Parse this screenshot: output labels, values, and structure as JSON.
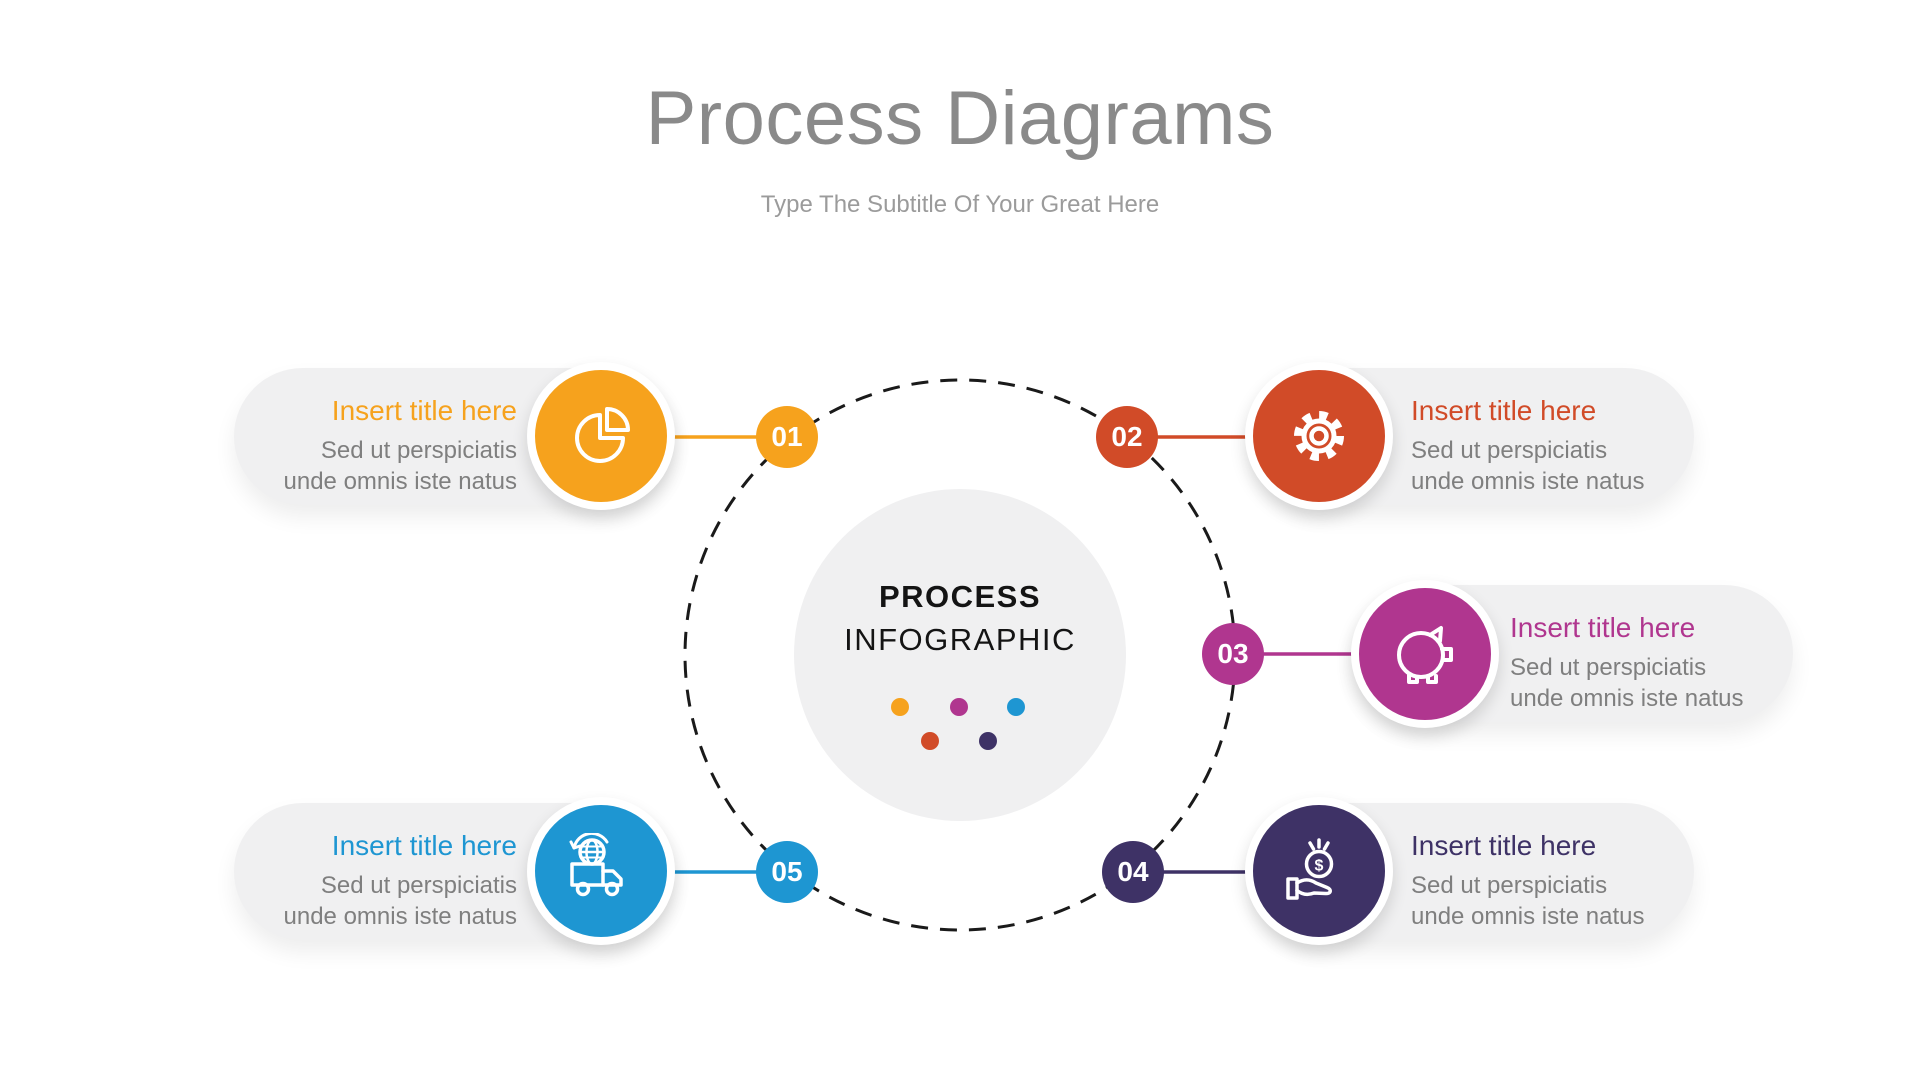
{
  "header": {
    "title": "Process Diagrams",
    "subtitle": "Type The Subtitle Of Your Great Here"
  },
  "center": {
    "title_line1": "PROCESS",
    "title_line2": "INFOGRAPHIC",
    "dots": [
      {
        "name": "orange-dot",
        "color": "#F6A21D"
      },
      {
        "name": "magenta-dot",
        "color": "#B0368F"
      },
      {
        "name": "blue-dot",
        "color": "#1E96D2"
      },
      {
        "name": "red-dot",
        "color": "#D14B28"
      },
      {
        "name": "purple-dot",
        "color": "#3E3266"
      }
    ]
  },
  "steps": [
    {
      "number": "01",
      "title": "Insert title here",
      "body_line1": "Sed ut perspiciatis",
      "body_line2": "unde omnis iste natus",
      "color": "#F6A21D",
      "icon": "pie-chart-icon",
      "side": "left"
    },
    {
      "number": "02",
      "title": "Insert title here",
      "body_line1": "Sed ut perspiciatis",
      "body_line2": "unde omnis iste natus",
      "color": "#D14B28",
      "icon": "gear-icon",
      "side": "right"
    },
    {
      "number": "03",
      "title": "Insert title here",
      "body_line1": "Sed ut perspiciatis",
      "body_line2": "unde omnis iste natus",
      "color": "#B0368F",
      "icon": "piggy-bank-icon",
      "side": "right"
    },
    {
      "number": "04",
      "title": "Insert title here",
      "body_line1": "Sed ut perspiciatis",
      "body_line2": "unde omnis iste natus",
      "color": "#3E3266",
      "icon": "money-hand-icon",
      "coin_glyph": "$",
      "side": "right"
    },
    {
      "number": "05",
      "title": "Insert title here",
      "body_line1": "Sed ut perspiciatis",
      "body_line2": "unde omnis iste natus",
      "color": "#1E96D2",
      "icon": "delivery-truck-icon",
      "side": "left"
    }
  ],
  "palette": {
    "background": "#ffffff",
    "card_background": "#f0f0f1",
    "center_circle_background": "#f0f0f1",
    "title_color": "#8a8a8a",
    "subtitle_color": "#9b9b9b",
    "body_text_color": "#7f7f7f",
    "center_text_color": "#141414",
    "dashed_ring_color": "#1a1a1a"
  }
}
